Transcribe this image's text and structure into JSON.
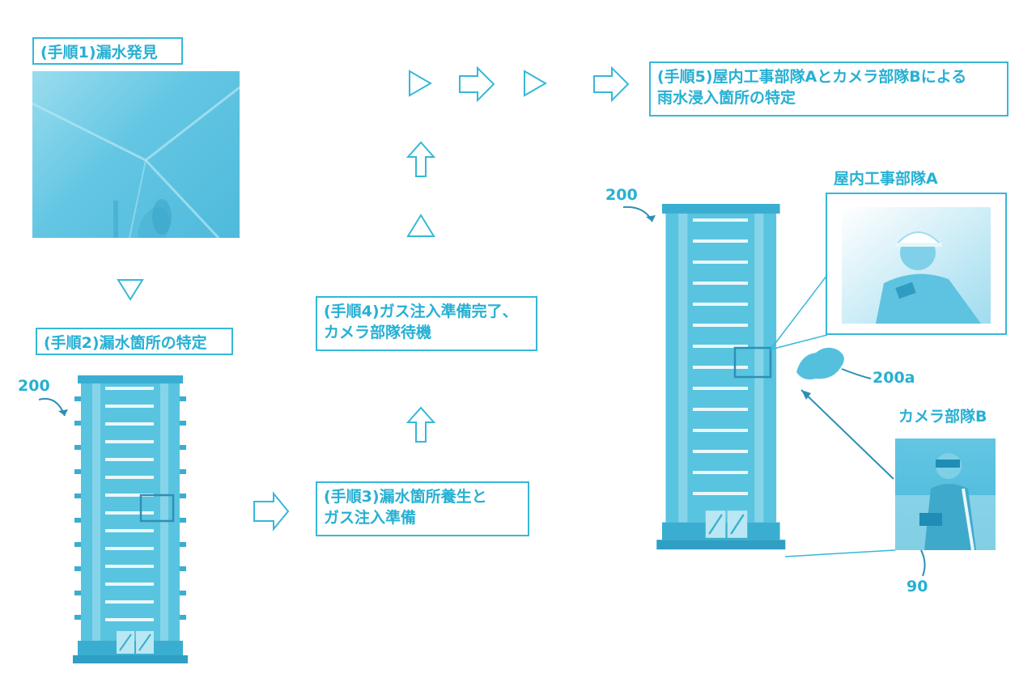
{
  "steps": {
    "step1": "(手順1)漏水発見",
    "step2": "(手順2)漏水箇所の特定",
    "step3_line1": "(手順3)漏水箇所養生と",
    "step3_line2": "ガス注入準備",
    "step4_line1": "(手順4)ガス注入準備完了、",
    "step4_line2": "カメラ部隊待機",
    "step5_line1": "(手順5)屋内工事部隊Aとカメラ部隊Bによる",
    "step5_line2": "雨水浸入箇所の特定"
  },
  "labels": {
    "building_ref_left": "200",
    "building_ref_right": "200",
    "intrusion_ref": "200a",
    "crew_a": "屋内工事部隊A",
    "crew_b": "カメラ部隊B",
    "camera_ref": "90"
  },
  "colors": {
    "accent": "#35b8d9",
    "building_main": "#59c4e0",
    "building_dark": "#3aaed0",
    "photo_bg": "#6ccbe6"
  },
  "icons": {
    "arrows": [
      "triangle-down-icon",
      "arrow-right-icon",
      "arrow-up-icon",
      "triangle-up-icon",
      "triangle-right-icon"
    ]
  }
}
